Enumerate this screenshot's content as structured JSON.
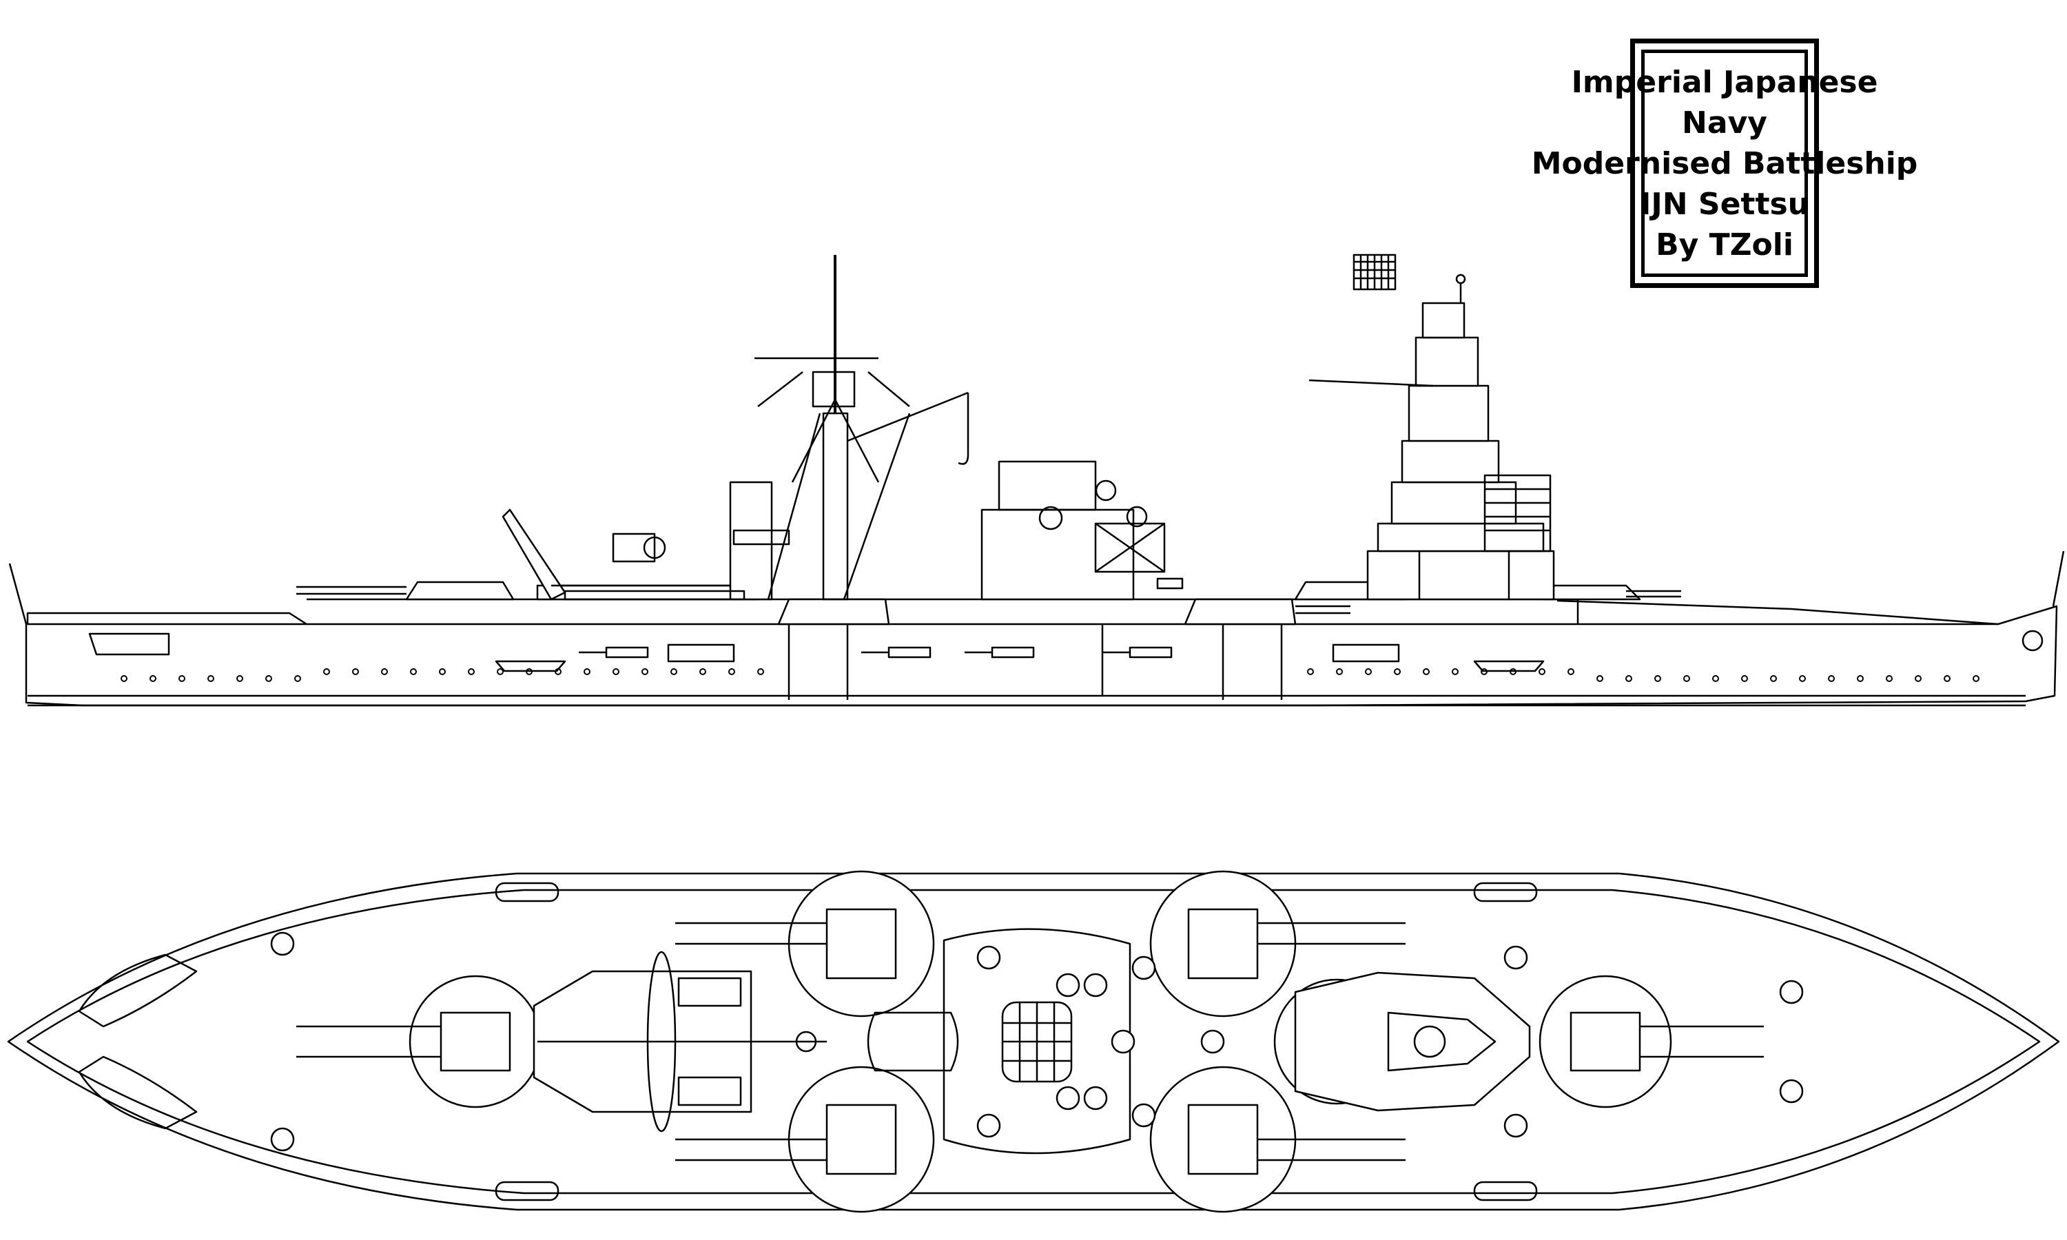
{
  "title_block": {
    "lines": [
      "Imperial Japanese",
      "Navy",
      "Modernised Battleship",
      "IJN Settsu",
      "By TZoli"
    ]
  },
  "colors": {
    "ink": "#000000",
    "paper": "#ffffff"
  },
  "views": [
    "side-profile",
    "top-plan"
  ]
}
